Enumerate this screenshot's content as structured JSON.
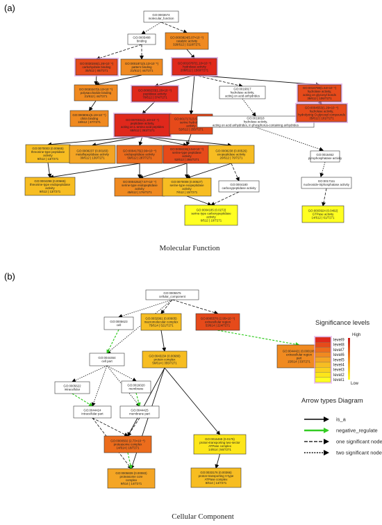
{
  "panel_a_label": "(a)",
  "panel_b_label": "(b)",
  "caption_a": "Molecular Function",
  "caption_b": "Cellular Component",
  "colors": {
    "level9": "#e0281c",
    "level8": "#e64a1a",
    "level7": "#ec6c1c",
    "level6": "#f08a20",
    "level5": "#f4a524",
    "level4": "#f7bd22",
    "level3": "#fad21e",
    "level2": "#fde61a",
    "level1": "#ffff22",
    "white": "#ffffff",
    "glow": "#e6a3e6",
    "green_arrow": "#33cc22"
  },
  "legend": {
    "title": "Significance levels",
    "high": "High",
    "low": "Low",
    "levels": [
      "level9",
      "level8",
      "level7",
      "level6",
      "level5",
      "level4",
      "level3",
      "level2",
      "level1"
    ],
    "arrow_title": "Arrow types Diagram",
    "arrow_types": [
      "is_a",
      "negative_regulate",
      "one significant node",
      "two significant nodes"
    ]
  },
  "mf_nodes": [
    {
      "id": "mf1",
      "lines": [
        "GO:0003674",
        "molecular_function"
      ],
      "level": "white"
    },
    {
      "id": "mf2",
      "lines": [
        "GO:0005488",
        "binding"
      ],
      "level": "white"
    },
    {
      "id": "mf3",
      "lines": [
        "GO:0003824(5.07×10⁻⁵)",
        "catalytic activity",
        "328/612 | 3118/7271"
      ],
      "level": "level6"
    },
    {
      "id": "mf4",
      "lines": [
        "GO:0030246(1.26×10⁻⁴)",
        "carbohydrate binding",
        "35/612 | 88/7271"
      ],
      "level": "level8",
      "glow": true
    },
    {
      "id": "mf5",
      "lines": [
        "GO:0001871(5.13×10⁻⁵)",
        "pattern binding",
        "21/612 | 44/7271"
      ],
      "level": "level6"
    },
    {
      "id": "mf6",
      "lines": [
        "GO:0016787(1.10×10⁻⁴)",
        "hydrolase activity",
        "208/612 | 1560/7271"
      ],
      "level": "level9",
      "glow": true
    },
    {
      "id": "mf7",
      "lines": [
        "GO:0030247(5.13×10⁻⁵)",
        "polysaccharide binding",
        "21/612 | 44/7271"
      ],
      "level": "level6"
    },
    {
      "id": "mf8",
      "lines": [
        "GO:0008233(1.26×10⁻⁵)",
        "peptidase activity",
        "70/612 | 374/7271"
      ],
      "level": "level9",
      "glow": true
    },
    {
      "id": "mf9",
      "lines": [
        "GO:0016817",
        "hydrolase activity,",
        "acting on acid anhydrides"
      ],
      "level": "white"
    },
    {
      "id": "mf10",
      "lines": [
        "GO:0016798(1.64×10⁻⁴)",
        "hydrolase activity,",
        "acting on glycosyl bonds",
        "38/612 | 106/7271"
      ],
      "level": "level8",
      "glow": true
    },
    {
      "id": "mf11",
      "lines": [
        "GO:0008061(5.19×10⁻⁵)",
        "chitin binding",
        "18/612 | 37/7271"
      ],
      "level": "level6"
    },
    {
      "id": "mf12",
      "lines": [
        "GO:0070011(1.10×10⁻⁴)",
        "peptidase activity,",
        "acting on L-amino acid peptides",
        "68/612 | 363/7271"
      ],
      "level": "level9",
      "glow": true
    },
    {
      "id": "mf13",
      "lines": [
        "GO:0017171(3.54×10⁻⁴)",
        "serine hydrolase",
        "activity",
        "52/612 | 255/7271"
      ],
      "level": "level8"
    },
    {
      "id": "mf14",
      "lines": [
        "GO:0016818",
        "hydrolase activity,",
        "acting on acid anhydrides, in phosphorus-containing anhydrides"
      ],
      "level": "white"
    },
    {
      "id": "mf15",
      "lines": [
        "GO:0004553(1.29×10⁻⁴)",
        "hydrolase activity,",
        "hydrolyzing O-glycosyl compounds",
        "35/612 | 101/7271"
      ],
      "level": "level8",
      "glow": true
    },
    {
      "id": "mf16",
      "lines": [
        "GO:0070003 (0.00665)",
        "threonine-type peptidase",
        "activity",
        "9/612 | 13/7271"
      ],
      "level": "level4"
    },
    {
      "id": "mf17",
      "lines": [
        "GO:0008237 (0.00183)",
        "metallopeptidase activity",
        "30/612 | 130/7271"
      ],
      "level": "level5"
    },
    {
      "id": "mf18",
      "lines": [
        "GO:0004175(2.96×10⁻⁴)",
        "endopeptidase activity",
        "56/612 | 287/7271"
      ],
      "level": "level7"
    },
    {
      "id": "mf19",
      "lines": [
        "GO:0008236(3.54×10⁻⁴)",
        "serine-type peptidase",
        "activity",
        "52/612 | 255/7271"
      ],
      "level": "level8"
    },
    {
      "id": "mf20",
      "lines": [
        "GO:0008238 (0.00526)",
        "exopeptidase activity",
        "20/612 | 70/7271"
      ],
      "level": "level4"
    },
    {
      "id": "mf21",
      "lines": [
        "GO:0004298 (0.00665)",
        "threonine-type endopeptidase",
        "activity",
        "9/612 | 13/7271"
      ],
      "level": "level4"
    },
    {
      "id": "mf22",
      "lines": [
        "GO:0004252(7.57×10⁻⁴)",
        "serine-type endopeptidase",
        "activity",
        "45/612 | 176/7271"
      ],
      "level": "level6"
    },
    {
      "id": "mf23",
      "lines": [
        "GO:0070008 (0.00527)",
        "serine-type exopeptidase",
        "activity",
        "7/612 | 10/7271"
      ],
      "level": "level4"
    },
    {
      "id": "mf24",
      "lines": [
        "GO:0004180",
        "carboxypeptidase activity"
      ],
      "level": "white"
    },
    {
      "id": "mf25",
      "lines": [
        "GO:0016462",
        "pyrophosphatase activity"
      ],
      "level": "white"
    },
    {
      "id": "mf26",
      "lines": [
        "GO:0004185 (0.0272)",
        "serine-type carboxypeptidase",
        "activity",
        "6/612 | 10/7271"
      ],
      "level": "level1"
    },
    {
      "id": "mf27",
      "lines": [
        "GO:0017111",
        "nucleoside-triphosphatase activity"
      ],
      "level": "white"
    },
    {
      "id": "mf28",
      "lines": [
        "GO:0003924 (0.0492)",
        "GTPase activity",
        "14/612 | 61/7271"
      ],
      "level": "level1"
    }
  ],
  "mf_edges": [
    {
      "from": "mf1",
      "to": "mf2",
      "type": "two"
    },
    {
      "from": "mf1",
      "to": "mf3",
      "type": "one"
    },
    {
      "from": "mf2",
      "to": "mf4",
      "type": "one"
    },
    {
      "from": "mf2",
      "to": "mf5",
      "type": "one"
    },
    {
      "from": "mf3",
      "to": "mf6",
      "type": "is_a"
    },
    {
      "from": "mf4",
      "to": "mf7",
      "type": "is_a"
    },
    {
      "from": "mf5",
      "to": "mf7",
      "type": "is_a"
    },
    {
      "from": "mf6",
      "to": "mf8",
      "type": "is_a"
    },
    {
      "from": "mf6",
      "to": "mf9",
      "type": "one"
    },
    {
      "from": "mf6",
      "to": "mf10",
      "type": "is_a"
    },
    {
      "from": "mf6",
      "to": "mf13",
      "type": "is_a"
    },
    {
      "from": "mf7",
      "to": "mf11",
      "type": "is_a"
    },
    {
      "from": "mf8",
      "to": "mf12",
      "type": "is_a"
    },
    {
      "from": "mf9",
      "to": "mf14",
      "type": "two"
    },
    {
      "from": "mf10",
      "to": "mf15",
      "type": "is_a"
    },
    {
      "from": "mf12",
      "to": "mf16",
      "type": "is_a"
    },
    {
      "from": "mf12",
      "to": "mf17",
      "type": "is_a"
    },
    {
      "from": "mf12",
      "to": "mf18",
      "type": "is_a"
    },
    {
      "from": "mf12",
      "to": "mf19",
      "type": "is_a"
    },
    {
      "from": "mf12",
      "to": "mf20",
      "type": "is_a"
    },
    {
      "from": "mf13",
      "to": "mf19",
      "type": "is_a"
    },
    {
      "from": "mf14",
      "to": "mf25",
      "type": "two"
    },
    {
      "from": "mf16",
      "to": "mf21",
      "type": "is_a"
    },
    {
      "from": "mf18",
      "to": "mf21",
      "type": "is_a"
    },
    {
      "from": "mf18",
      "to": "mf22",
      "type": "is_a"
    },
    {
      "from": "mf19",
      "to": "mf22",
      "type": "is_a"
    },
    {
      "from": "mf19",
      "to": "mf23",
      "type": "is_a"
    },
    {
      "from": "mf20",
      "to": "mf23",
      "type": "is_a"
    },
    {
      "from": "mf20",
      "to": "mf24",
      "type": "one"
    },
    {
      "from": "mf23",
      "to": "mf26",
      "type": "is_a"
    },
    {
      "from": "mf24",
      "to": "mf26",
      "type": "one"
    },
    {
      "from": "mf25",
      "to": "mf27",
      "type": "two"
    },
    {
      "from": "mf27",
      "to": "mf28",
      "type": "one"
    }
  ],
  "cc_nodes": [
    {
      "id": "cc1",
      "lines": [
        "GO:0005575",
        "cellular_component"
      ],
      "level": "white"
    },
    {
      "id": "cc2",
      "lines": [
        "GO:0005623",
        "cell"
      ],
      "level": "white"
    },
    {
      "id": "cc3",
      "lines": [
        "GO:0032991 (0.00605)",
        "macromolecular complex",
        "75/614 | 521/7271"
      ],
      "level": "level4"
    },
    {
      "id": "cc4",
      "lines": [
        "GO:0005576 (2.95×10⁻⁵)",
        "extracellular region",
        "53/614 | 224/7271"
      ],
      "level": "level8"
    },
    {
      "id": "cc5",
      "lines": [
        "GO:0044464",
        "cell part"
      ],
      "level": "white"
    },
    {
      "id": "cc6",
      "lines": [
        "GO:0043234 (0.00680)",
        "protein complex",
        "56/614 | 355/7271"
      ],
      "level": "level4"
    },
    {
      "id": "cc7",
      "lines": [
        "GO:0044421 (0.000106)",
        "extracellular region",
        "part",
        "15/614 | 33/7271"
      ],
      "level": "level6"
    },
    {
      "id": "cc8",
      "lines": [
        "GO:0005622",
        "intracellular"
      ],
      "level": "white"
    },
    {
      "id": "cc9",
      "lines": [
        "GO:0016020",
        "membrane"
      ],
      "level": "white"
    },
    {
      "id": "cc10",
      "lines": [
        "GO:0044424",
        "intracellular part"
      ],
      "level": "white"
    },
    {
      "id": "cc11",
      "lines": [
        "GO:0044425",
        "membrane part"
      ],
      "level": "white"
    },
    {
      "id": "cc12",
      "lines": [
        "GO:0000502 (2.73×10⁻⁴)",
        "proteasome complex",
        "14/614 | 18/7271"
      ],
      "level": "level7"
    },
    {
      "id": "cc13",
      "lines": [
        "GO:0016469 (0.0175)",
        "proton-transporting two-sector",
        "ATPase complex",
        "14/614 | 56/7271"
      ],
      "level": "level2"
    },
    {
      "id": "cc14",
      "lines": [
        "GO:0005839 (0.00083)",
        "proteasome core",
        "complex",
        "9/614 | 14/7271"
      ],
      "level": "level5"
    },
    {
      "id": "cc15",
      "lines": [
        "GO:0033176 (0.00366)",
        "proton-transporting V-type",
        "ATPase complex",
        "8/614 | 14/7271"
      ],
      "level": "level4"
    }
  ],
  "cc_edges": [
    {
      "from": "cc1",
      "to": "cc2",
      "type": "two"
    },
    {
      "from": "cc1",
      "to": "cc3",
      "type": "one"
    },
    {
      "from": "cc1",
      "to": "cc4",
      "type": "one"
    },
    {
      "from": "cc1",
      "to": "cc5",
      "type": "two"
    },
    {
      "from": "cc2",
      "to": "cc5",
      "type": "neg"
    },
    {
      "from": "cc3",
      "to": "cc6",
      "type": "is_a"
    },
    {
      "from": "cc4",
      "to": "cc7",
      "type": "neg"
    },
    {
      "from": "cc5",
      "to": "cc8",
      "type": "two"
    },
    {
      "from": "cc5",
      "to": "cc9",
      "type": "two"
    },
    {
      "from": "cc5",
      "to": "cc10",
      "type": "two"
    },
    {
      "from": "cc5",
      "to": "cc11",
      "type": "two"
    },
    {
      "from": "cc8",
      "to": "cc10",
      "type": "neg"
    },
    {
      "from": "cc9",
      "to": "cc11",
      "type": "neg"
    },
    {
      "from": "cc10",
      "to": "cc12",
      "type": "one"
    },
    {
      "from": "cc11",
      "to": "cc12",
      "type": "one"
    },
    {
      "from": "cc6",
      "to": "cc12",
      "type": "is_a"
    },
    {
      "from": "cc6",
      "to": "cc13",
      "type": "is_a"
    },
    {
      "from": "cc6",
      "to": "cc14",
      "type": "is_a"
    },
    {
      "from": "cc10",
      "to": "cc14",
      "type": "one"
    },
    {
      "from": "cc12",
      "to": "cc14",
      "type": "neg"
    },
    {
      "from": "cc13",
      "to": "cc15",
      "type": "is_a"
    }
  ]
}
